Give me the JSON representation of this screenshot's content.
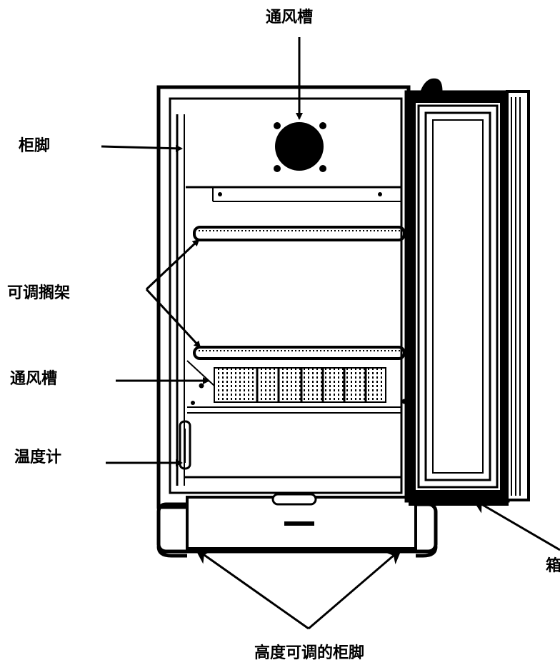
{
  "labels": {
    "top_vent": "通风槽",
    "frame": "柜脚",
    "shelves": "可调搁架",
    "mid_vent": "通风槽",
    "thermometer": "温度计",
    "door_cut": "箱",
    "feet": "高度可调的柜脚"
  },
  "colors": {
    "line": "#000000",
    "background": "#ffffff"
  }
}
